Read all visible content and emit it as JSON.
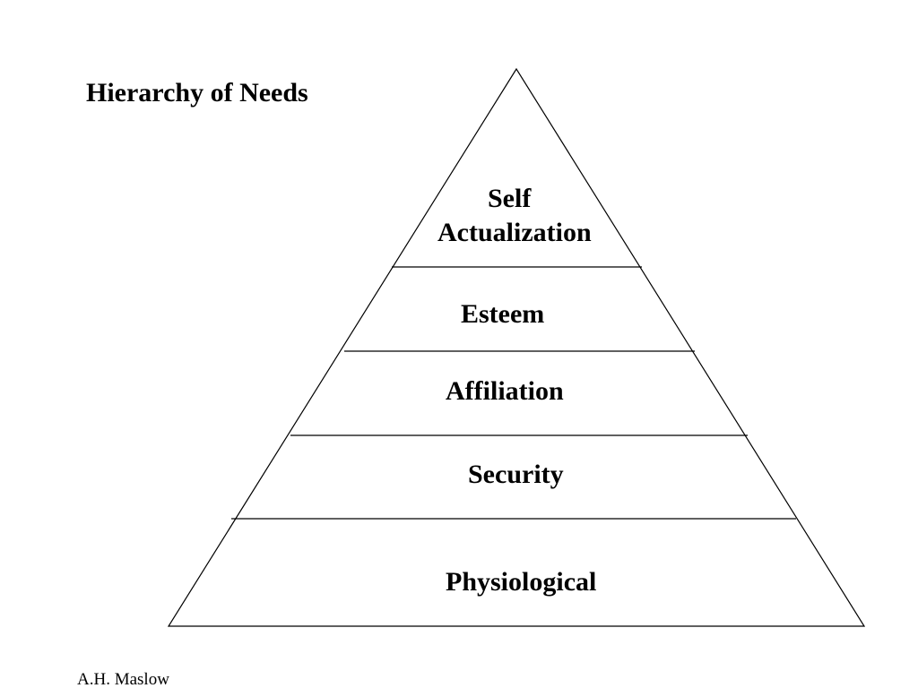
{
  "title": "Hierarchy of Needs",
  "pyramid": {
    "levels": [
      {
        "label_line1": "Self",
        "label_line2": "Actualization"
      },
      {
        "label": "Esteem"
      },
      {
        "label": "Affiliation"
      },
      {
        "label": "Security"
      },
      {
        "label": "Physiological"
      }
    ]
  },
  "credit": "A.H. Maslow",
  "colors": {
    "background": "#ffffff",
    "stroke": "#000000",
    "text": "#000000"
  }
}
